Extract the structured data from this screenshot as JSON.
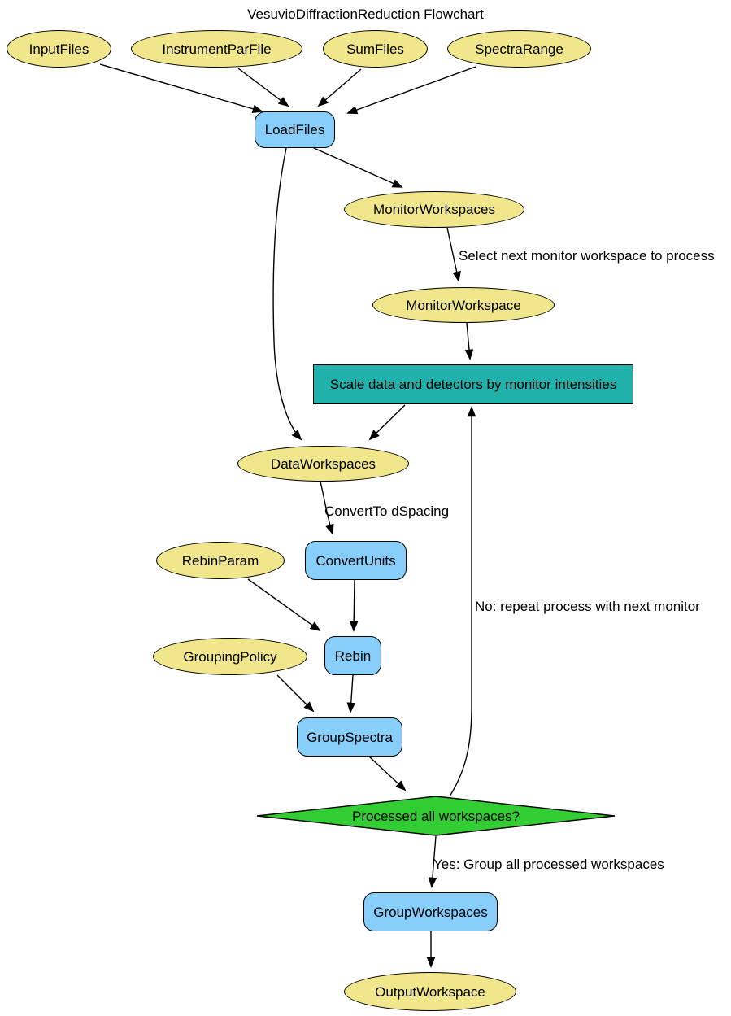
{
  "title": "VesuvioDiffractionReduction Flowchart",
  "colors": {
    "parameter_fill": "#F0E68C",
    "algorithm_fill": "#87CEFA",
    "process_fill": "#20B2AA",
    "decision_fill": "#32CD32",
    "border": "#000000",
    "background": "#FFFFFF"
  },
  "nodes": {
    "input_files": {
      "label": "InputFiles",
      "type": "parameter"
    },
    "instrument_par_file": {
      "label": "InstrumentParFile",
      "type": "parameter"
    },
    "sum_files": {
      "label": "SumFiles",
      "type": "parameter"
    },
    "spectra_range": {
      "label": "SpectraRange",
      "type": "parameter"
    },
    "load_files": {
      "label": "LoadFiles",
      "type": "algorithm"
    },
    "monitor_workspaces": {
      "label": "MonitorWorkspaces",
      "type": "parameter"
    },
    "monitor_workspace": {
      "label": "MonitorWorkspace",
      "type": "parameter"
    },
    "scale_monitor": {
      "label": "Scale data and detectors by monitor intensities",
      "type": "process"
    },
    "data_workspaces": {
      "label": "DataWorkspaces",
      "type": "parameter"
    },
    "convert_units": {
      "label": "ConvertUnits",
      "type": "algorithm"
    },
    "rebin_param": {
      "label": "RebinParam",
      "type": "parameter"
    },
    "rebin": {
      "label": "Rebin",
      "type": "algorithm"
    },
    "grouping_policy": {
      "label": "GroupingPolicy",
      "type": "parameter"
    },
    "group_spectra": {
      "label": "GroupSpectra",
      "type": "algorithm"
    },
    "decision": {
      "label": "Processed all workspaces?",
      "type": "decision"
    },
    "group_workspaces": {
      "label": "GroupWorkspaces",
      "type": "algorithm"
    },
    "output_workspace": {
      "label": "OutputWorkspace",
      "type": "parameter"
    }
  },
  "edge_labels": {
    "select_next": "Select next monitor workspace to process",
    "convert_to": "ConvertTo dSpacing",
    "no_repeat": "No: repeat process with next monitor",
    "yes_group": "Yes: Group all processed workspaces"
  },
  "edges": [
    {
      "from": "input_files",
      "to": "load_files",
      "label": ""
    },
    {
      "from": "instrument_par_file",
      "to": "load_files",
      "label": ""
    },
    {
      "from": "sum_files",
      "to": "load_files",
      "label": ""
    },
    {
      "from": "spectra_range",
      "to": "load_files",
      "label": ""
    },
    {
      "from": "load_files",
      "to": "data_workspaces",
      "label": ""
    },
    {
      "from": "load_files",
      "to": "monitor_workspaces",
      "label": ""
    },
    {
      "from": "monitor_workspaces",
      "to": "monitor_workspace",
      "label": "Select next monitor workspace to process"
    },
    {
      "from": "monitor_workspace",
      "to": "scale_monitor",
      "label": ""
    },
    {
      "from": "scale_monitor",
      "to": "data_workspaces",
      "label": ""
    },
    {
      "from": "data_workspaces",
      "to": "convert_units",
      "label": "ConvertTo dSpacing"
    },
    {
      "from": "rebin_param",
      "to": "rebin",
      "label": ""
    },
    {
      "from": "convert_units",
      "to": "rebin",
      "label": ""
    },
    {
      "from": "grouping_policy",
      "to": "group_spectra",
      "label": ""
    },
    {
      "from": "rebin",
      "to": "group_spectra",
      "label": ""
    },
    {
      "from": "group_spectra",
      "to": "decision",
      "label": ""
    },
    {
      "from": "decision",
      "to": "scale_monitor",
      "label": "No: repeat process with next monitor"
    },
    {
      "from": "decision",
      "to": "group_workspaces",
      "label": "Yes: Group all processed workspaces"
    },
    {
      "from": "group_workspaces",
      "to": "output_workspace",
      "label": ""
    }
  ]
}
